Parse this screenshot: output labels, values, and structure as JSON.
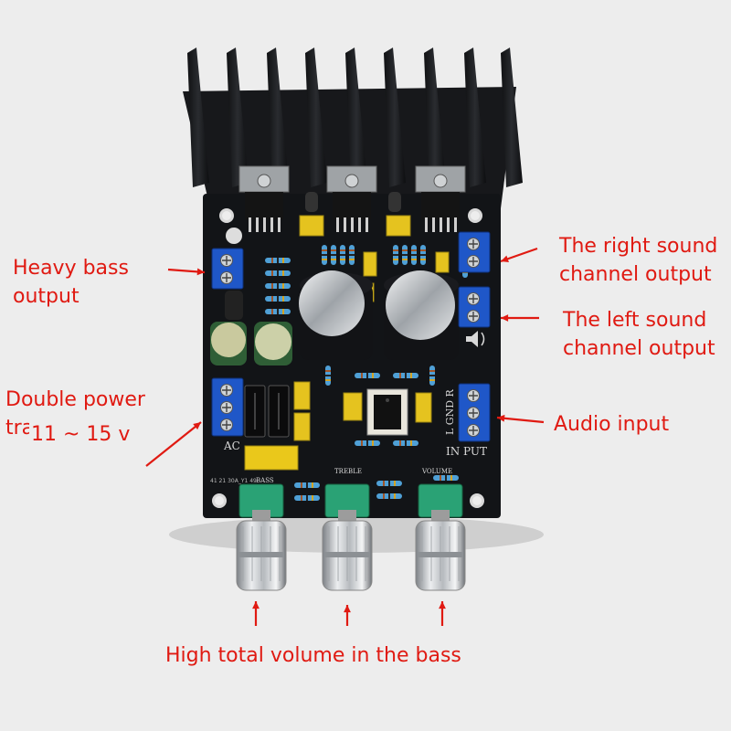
{
  "colors": {
    "callout_text": "#e01a12",
    "arrow": "#e01a12",
    "board": "#121417",
    "heatsink": "#17181b",
    "terminal": "#1f57c8",
    "potentiometer": "#2aa275",
    "knob": "#c2c6ca",
    "background": "#ededed"
  },
  "callouts": {
    "heavy_bass_output": [
      "Heavy bass",
      "output"
    ],
    "right_channel_output": [
      "The right sound",
      "channel output"
    ],
    "left_channel_output": [
      "The left sound",
      "channel output"
    ],
    "double_power": [
      "Double power",
      "tra"
    ],
    "voltage": "11 ~ 15 v",
    "audio_input": "Audio input",
    "bass_volume": "High total volume in the bass"
  },
  "silkscreen": {
    "ac": "AC",
    "input": "IN PUT",
    "channels": "L GND R",
    "bass": "BASS",
    "treble": "TREBLE",
    "volume": "VOLUME",
    "model": "41 21 30A_Y1 49"
  }
}
